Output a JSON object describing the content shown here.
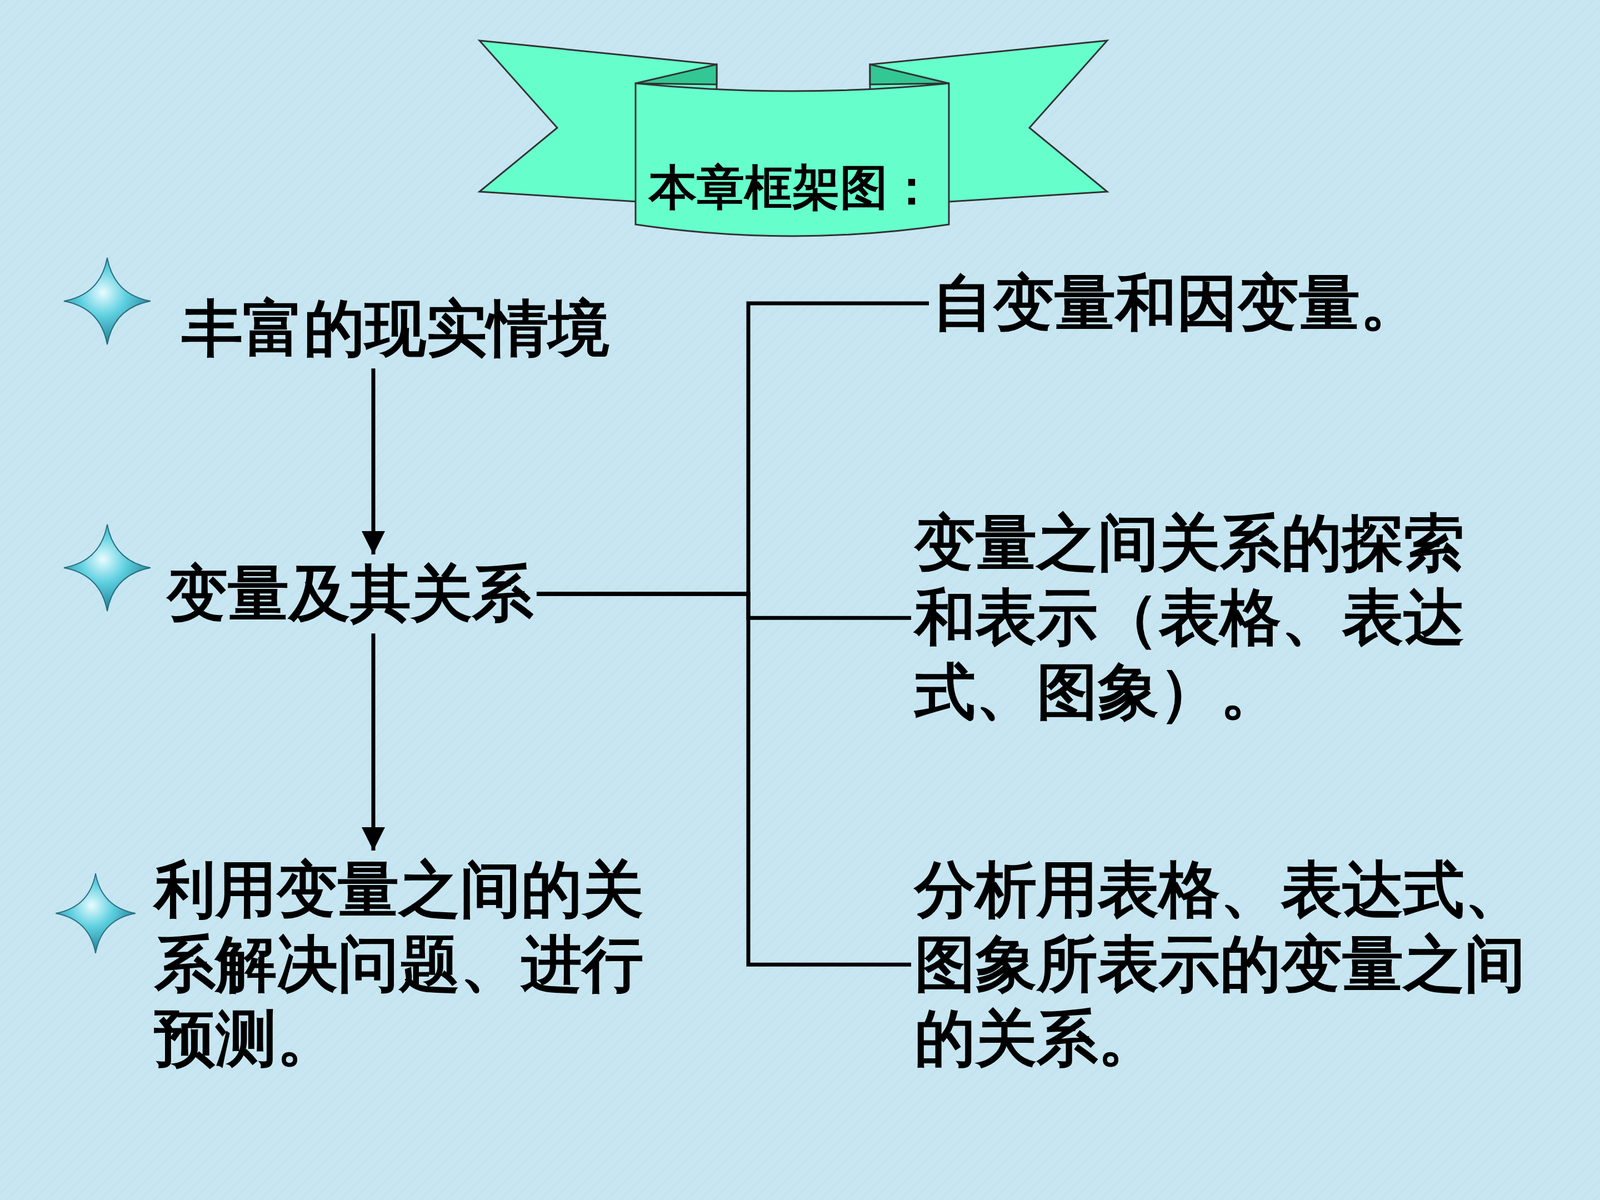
{
  "diagram": {
    "title": "本章框架图：",
    "nodes": [
      {
        "text": [
          "丰富的现实情境"
        ]
      },
      {
        "text": [
          "变量及其关系"
        ]
      },
      {
        "text": [
          "利用变量之间的关系解决问题、进行预测。"
        ]
      },
      {
        "text": [
          "自变量和因变量。"
        ]
      },
      {
        "text": [
          "变量之间关系的探索和表示（表格、表达式、图象）。"
        ]
      },
      {
        "text": [
          "分析用表格、表达式、图象所表示的变量之间的关系。"
        ]
      }
    ],
    "edges": [
      {
        "from": 0,
        "to": 1,
        "arrow": "to"
      },
      {
        "from": 1,
        "to": 2,
        "arrow": "to"
      },
      {
        "from": 1,
        "to": 3,
        "arrow": "none"
      },
      {
        "from": 1,
        "to": 4,
        "arrow": "none"
      },
      {
        "from": 1,
        "to": 5,
        "arrow": "none"
      }
    ]
  }
}
